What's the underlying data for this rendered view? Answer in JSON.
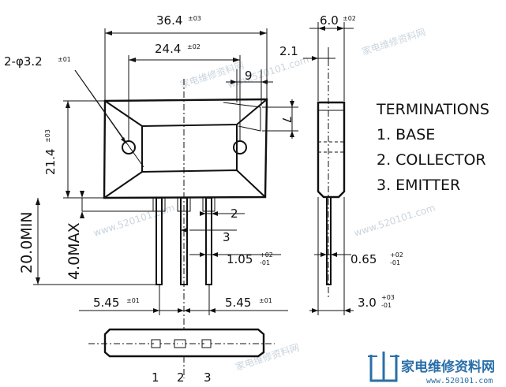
{
  "dimensions": {
    "width": {
      "value": "36.4",
      "tol": "±03"
    },
    "hole_pitch": {
      "value": "24.4",
      "tol": "±02"
    },
    "hole": {
      "value": "2-φ3.2",
      "tol": "±01"
    },
    "tab_width": {
      "value": "9"
    },
    "tab_height": {
      "value": "7"
    },
    "body_height": {
      "value": "21.4",
      "tol": "±03"
    },
    "lead_min": {
      "value": "20.0MIN"
    },
    "lead_max": {
      "value": "4.0MAX"
    },
    "lead_width_2": {
      "value": "2"
    },
    "lead_width_3": {
      "value": "3"
    },
    "lead_thk": {
      "value": "1.05",
      "tol_top": "+02",
      "tol_bot": "-01"
    },
    "pitch_left": {
      "value": "5.45",
      "tol": "±01"
    },
    "pitch_right": {
      "value": "5.45",
      "tol": "±01"
    },
    "depth": {
      "value": "6.0",
      "tol": "±02"
    },
    "offset": {
      "value": "2.1"
    },
    "side_lead_thk": {
      "value": "0.65",
      "tol_top": "+02",
      "tol_bot": "-01"
    },
    "side_lead_len": {
      "value": "3.0",
      "tol_top": "+03",
      "tol_bot": "-01"
    }
  },
  "terminations": {
    "title": "TERMINATIONS",
    "items": [
      "1. BASE",
      "2. COLLECTOR",
      "3. EMITTER"
    ]
  },
  "pin_numbers": [
    "1",
    "2",
    "3"
  ],
  "watermarks": [
    "家电维修资料网",
    "www.520101.com"
  ],
  "logo": {
    "text": "家电维修资料网",
    "url": "www.520101.com"
  }
}
